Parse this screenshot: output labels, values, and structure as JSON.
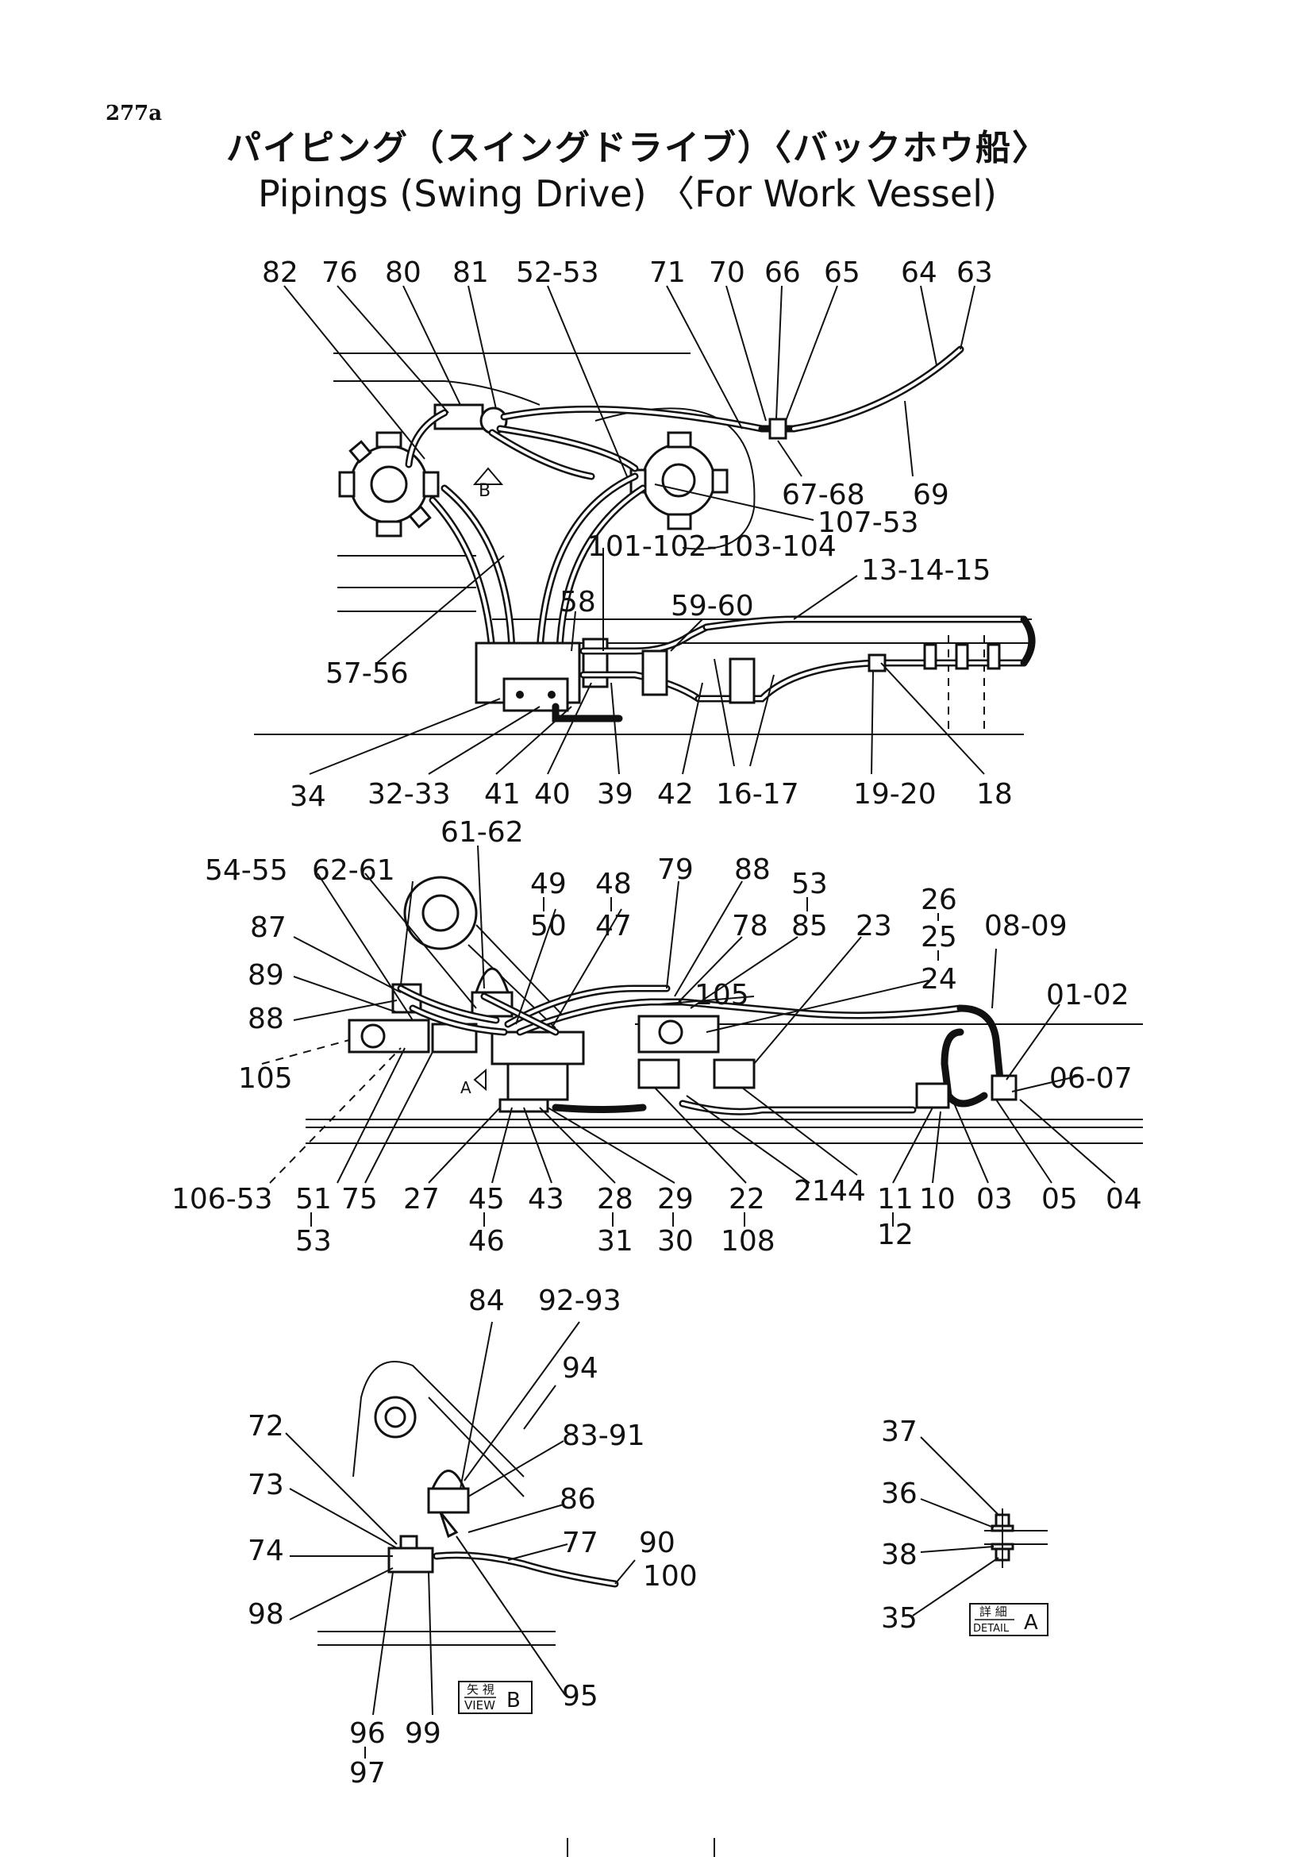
{
  "page_number": "277a",
  "title_jp": "パイピング（スイングドライブ）〈バックホウ船〉",
  "title_en": "Pipings (Swing Drive) 〈For Work Vessel)",
  "view1_labels": {
    "l82": "82",
    "l76": "76",
    "l80": "80",
    "l81": "81",
    "l52_53": "52-53",
    "l71": "71",
    "l70": "70",
    "l66": "66",
    "l65": "65",
    "l64": "64",
    "l63": "63",
    "l67_68": "67-68",
    "l69": "69",
    "l107_53": "107-53",
    "l101_104": "101-102-103-104",
    "l13_15": "13-14-15",
    "l58": "58",
    "l59_60": "59-60",
    "l57_56": "57-56",
    "l34": "34",
    "l32_33": "32-33",
    "l41": "41",
    "l40": "40",
    "l39": "39",
    "l42": "42",
    "l16_17": "16-17",
    "l19_20": "19-20",
    "l18": "18",
    "b": "B"
  },
  "view2_labels": {
    "l61_62": "61-62",
    "l54_55": "54-55",
    "l62_61": "62-61",
    "l49": "49",
    "l50": "50",
    "l48": "48",
    "l47": "47",
    "l79": "79",
    "l88a": "88",
    "l78": "78",
    "l53a": "53",
    "l85": "85",
    "l23": "23",
    "l26": "26",
    "l25": "25",
    "l24": "24",
    "l08_09": "08-09",
    "l87": "87",
    "l89": "89",
    "l88b": "88",
    "l105a": "105",
    "l105b": "105",
    "l01_02": "01-02",
    "l06_07": "06-07",
    "a": "A",
    "l106_53": "106-53",
    "l51": "51",
    "l53b": "53",
    "l75": "75",
    "l27": "27",
    "l45": "45",
    "l46": "46",
    "l43": "43",
    "l28": "28",
    "l31": "31",
    "l29": "29",
    "l30": "30",
    "l22": "22",
    "l108": "108",
    "l21": "21",
    "l44": "44",
    "l11": "11",
    "l12": "12",
    "l10": "10",
    "l03": "03",
    "l05": "05",
    "l04": "04"
  },
  "view3_labels": {
    "l84": "84",
    "l92_93": "92-93",
    "l94": "94",
    "l83_91": "83-91",
    "l72": "72",
    "l73": "73",
    "l86": "86",
    "l77": "77",
    "l90": "90",
    "l100": "100",
    "l74": "74",
    "l98": "98",
    "l95": "95",
    "l96": "96",
    "l99": "99",
    "l97": "97",
    "view_jp": "矢 視",
    "view_en": "VIEW",
    "view_letter": "B"
  },
  "detail_labels": {
    "l37": "37",
    "l36": "36",
    "l38": "38",
    "l35": "35",
    "detail_jp": "詳 細",
    "detail_en": "DETAIL",
    "detail_letter": "A"
  }
}
